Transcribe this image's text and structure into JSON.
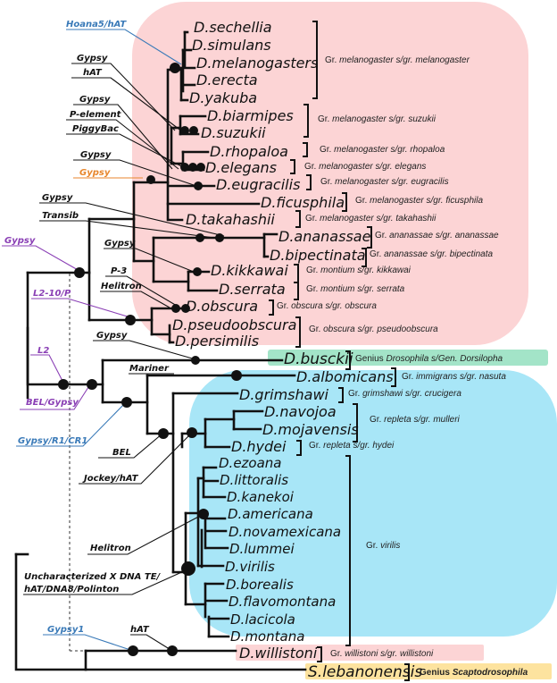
{
  "colors": {
    "melanogaster_bg": "#fcd4d5",
    "virilis_bg": "#a8e6f7",
    "dorsilopha_bg": "#a3e4c8",
    "willistoni_bg": "#fcd4d5",
    "scapto_bg": "#fde39f",
    "te_black": "#111111",
    "te_blue": "#3a7ab8",
    "te_orange": "#e8862c",
    "te_purple": "#8a3fb5"
  },
  "species": [
    {
      "id": "sechellia",
      "name": "D.sechellia"
    },
    {
      "id": "simulans",
      "name": "D.simulans"
    },
    {
      "id": "melanogaster",
      "name": "D.melanogasters"
    },
    {
      "id": "erecta",
      "name": "D.erecta"
    },
    {
      "id": "yakuba",
      "name": "D.yakuba"
    },
    {
      "id": "biarmipes",
      "name": "D.biarmipes"
    },
    {
      "id": "suzukii",
      "name": "D.suzukii"
    },
    {
      "id": "rhopaloa",
      "name": "D.rhopaloa"
    },
    {
      "id": "elegans",
      "name": "D.elegans"
    },
    {
      "id": "eugracilis",
      "name": "D.eugracilis"
    },
    {
      "id": "ficusphila",
      "name": "D.ficusphila"
    },
    {
      "id": "takahashii",
      "name": "D.takahashii"
    },
    {
      "id": "ananassae",
      "name": "D.ananassae"
    },
    {
      "id": "bipectinata",
      "name": "D.bipectinata"
    },
    {
      "id": "kikkawai",
      "name": "D.kikkawai"
    },
    {
      "id": "serrata",
      "name": "D.serrata"
    },
    {
      "id": "obscura",
      "name": "D.obscura"
    },
    {
      "id": "pseudoobscura",
      "name": "D.pseudoobscura"
    },
    {
      "id": "persimilis",
      "name": "D.persimilis"
    },
    {
      "id": "busckii",
      "name": "D.busckii"
    },
    {
      "id": "albomicans",
      "name": "D.albomicans"
    },
    {
      "id": "grimshawi",
      "name": "D.grimshawi"
    },
    {
      "id": "navojoa",
      "name": "D.navojoa"
    },
    {
      "id": "mojavensis",
      "name": "D.mojavensis"
    },
    {
      "id": "hydei",
      "name": "D.hydei"
    },
    {
      "id": "ezoana",
      "name": "D.ezoana"
    },
    {
      "id": "littoralis",
      "name": "D.littoralis"
    },
    {
      "id": "kanekoi",
      "name": "D.kanekoi"
    },
    {
      "id": "americana",
      "name": "D.americana"
    },
    {
      "id": "novamexicana",
      "name": "D.novamexicana"
    },
    {
      "id": "lummei",
      "name": "D.lummei"
    },
    {
      "id": "virilis",
      "name": "D.virilis"
    },
    {
      "id": "borealis",
      "name": "D.borealis"
    },
    {
      "id": "flavomontana",
      "name": "D.flavomontana"
    },
    {
      "id": "lacicola",
      "name": "D.lacicola"
    },
    {
      "id": "montana",
      "name": "D.montana"
    },
    {
      "id": "willistoni",
      "name": "D.willistoni"
    },
    {
      "id": "lebanonensis",
      "name": "S.lebanonensis"
    }
  ],
  "groups": [
    {
      "id": "g-melanogaster",
      "prefix": "Gr. ",
      "italic": "melanogaster s/gr. melanogaster"
    },
    {
      "id": "g-suzukii",
      "prefix": "Gr. ",
      "italic": "melanogaster s/gr. suzukii"
    },
    {
      "id": "g-rhopaloa",
      "prefix": "Gr. ",
      "italic": "melanogaster s/gr. rhopaloa"
    },
    {
      "id": "g-elegans",
      "prefix": "Gr. ",
      "italic": "melanogaster s/gr. elegans"
    },
    {
      "id": "g-eugracilis",
      "prefix": "Gr. ",
      "italic": "melanogaster s/gr. eugracilis"
    },
    {
      "id": "g-ficusphila",
      "prefix": "Gr. ",
      "italic": "melanogaster s/gr. ficusphila"
    },
    {
      "id": "g-takahashii",
      "prefix": "Gr. ",
      "italic": "melanogaster s/gr. takahashii"
    },
    {
      "id": "g-ananassae",
      "prefix": "Gr. ",
      "italic": "ananassae s/gr. ananassae"
    },
    {
      "id": "g-bipectinata",
      "prefix": "Gr. ",
      "italic": "ananassae s/gr. bipectinata"
    },
    {
      "id": "g-kikkawai",
      "prefix": "Gr. ",
      "italic": "montium s/gr. kikkawai"
    },
    {
      "id": "g-serrata",
      "prefix": "Gr. ",
      "italic": "montium s/gr. serrata"
    },
    {
      "id": "g-obscura",
      "prefix": "Gr. ",
      "italic": "obscura s/gr. obscura"
    },
    {
      "id": "g-pseudoobscura",
      "prefix": "Gr. ",
      "italic": "obscura s/gr. pseudoobscura"
    },
    {
      "id": "g-dorsilopha",
      "prefix": "Genius ",
      "italic": "Drosophila s/Gen. Dorsilopha"
    },
    {
      "id": "g-nasuta",
      "prefix": "Gr. ",
      "italic": "immigrans s/gr. nasuta"
    },
    {
      "id": "g-crucigera",
      "prefix": "Gr. ",
      "italic": "grimshawi s/gr. crucigera"
    },
    {
      "id": "g-mulleri",
      "prefix": "Gr. ",
      "italic": "repleta s/gr. mulleri"
    },
    {
      "id": "g-hydei",
      "prefix": "Gr. ",
      "italic": "repleta s/gr. hydei"
    },
    {
      "id": "g-virilis",
      "prefix": "Gr. ",
      "italic": "virilis"
    },
    {
      "id": "g-willistoni",
      "prefix": "Gr. ",
      "italic": "willistoni s/gr. willistoni"
    },
    {
      "id": "g-scapto",
      "prefix": "Genius  ",
      "italic": "Scaptodrosophila"
    }
  ],
  "te_labels": [
    {
      "id": "hoana5-hat",
      "text": "Hoana5/hAT",
      "color": "blue"
    },
    {
      "id": "gypsy-a",
      "text": "Gypsy",
      "color": "black"
    },
    {
      "id": "hat-a",
      "text": "hAT",
      "color": "black"
    },
    {
      "id": "gypsy-b",
      "text": "Gypsy",
      "color": "black"
    },
    {
      "id": "p-element",
      "text": "P-element",
      "color": "black"
    },
    {
      "id": "piggybac",
      "text": "PiggyBac",
      "color": "black"
    },
    {
      "id": "gypsy-c",
      "text": "Gypsy",
      "color": "black"
    },
    {
      "id": "gypsy-orange",
      "text": "Gypsy",
      "color": "orange"
    },
    {
      "id": "gypsy-d",
      "text": "Gypsy",
      "color": "black"
    },
    {
      "id": "transib",
      "text": "Transib",
      "color": "black"
    },
    {
      "id": "gypsy-purple",
      "text": "Gypsy",
      "color": "purple"
    },
    {
      "id": "gypsy-e",
      "text": "Gypsy",
      "color": "black"
    },
    {
      "id": "p-3",
      "text": "P-3",
      "color": "black"
    },
    {
      "id": "helitron-a",
      "text": "Helitron",
      "color": "black"
    },
    {
      "id": "l2-10-p",
      "text": "L2-10/P",
      "color": "purple"
    },
    {
      "id": "gypsy-f",
      "text": "Gypsy",
      "color": "black"
    },
    {
      "id": "l2",
      "text": "L2",
      "color": "purple"
    },
    {
      "id": "mariner",
      "text": "Mariner",
      "color": "black"
    },
    {
      "id": "bel-gypsy",
      "text": "BEL/Gypsy",
      "color": "purple"
    },
    {
      "id": "gypsy-r1-cr1",
      "text": "Gypsy/R1/CR1",
      "color": "blue"
    },
    {
      "id": "bel",
      "text": "BEL",
      "color": "black"
    },
    {
      "id": "jockey-hat",
      "text": "Jockey/hAT",
      "color": "black"
    },
    {
      "id": "helitron-b",
      "text": "Helitron",
      "color": "black"
    },
    {
      "id": "unchar-1",
      "text": "Uncharacterized X DNA TE/",
      "color": "black"
    },
    {
      "id": "unchar-2",
      "text": "hAT/DNA8/Polinton",
      "color": "black"
    },
    {
      "id": "gypsy1",
      "text": "Gypsy1",
      "color": "blue"
    },
    {
      "id": "hat-b",
      "text": "hAT",
      "color": "black"
    }
  ]
}
